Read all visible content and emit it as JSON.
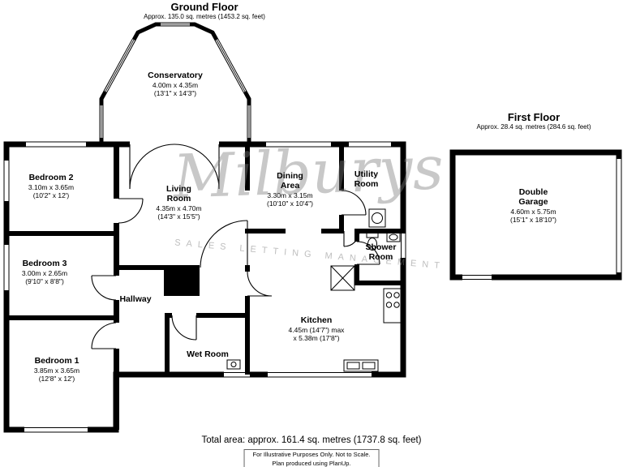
{
  "ground_floor": {
    "title": "Ground Floor",
    "area": "Approx. 135.0 sq. metres (1453.2 sq. feet)"
  },
  "first_floor": {
    "title": "First Floor",
    "area": "Approx. 28.4 sq. metres (284.6 sq. feet)"
  },
  "rooms": {
    "conservatory": {
      "name": "Conservatory",
      "metric": "4.00m x 4.35m",
      "imperial": "(13'1\" x 14'3\")"
    },
    "living_room": {
      "name": "Living Room",
      "metric": "4.35m x 4.70m",
      "imperial": "(14'3\" x 15'5\")"
    },
    "dining_area": {
      "name": "Dining Area",
      "metric": "3.30m x 3.15m",
      "imperial": "(10'10\" x 10'4\")"
    },
    "utility_room": {
      "name": "Utility Room"
    },
    "shower_room": {
      "name": "Shower Room"
    },
    "hallway": {
      "name": "Hallway"
    },
    "wet_room": {
      "name": "Wet Room"
    },
    "kitchen": {
      "name": "Kitchen",
      "metric": "4.45m (14'7\") max",
      "imperial": "x 5.38m (17'8\")"
    },
    "bedroom_1": {
      "name": "Bedroom 1",
      "metric": "3.85m x 3.65m",
      "imperial": "(12'8\" x 12')"
    },
    "bedroom_2": {
      "name": "Bedroom 2",
      "metric": "3.10m x 3.65m",
      "imperial": "(10'2\" x 12')"
    },
    "bedroom_3": {
      "name": "Bedroom 3",
      "metric": "3.00m x 2.65m",
      "imperial": "(9'10\" x 8'8\")"
    },
    "double_garage": {
      "name": "Double Garage",
      "metric": "4.60m x 5.75m",
      "imperial": "(15'1\" x 18'10\")"
    }
  },
  "watermark": {
    "brand": "Milburys",
    "tagline": "SALES LETTING MANAGEMENT"
  },
  "footer": {
    "total_area": "Total area: approx. 161.4 sq. metres (1737.8 sq. feet)",
    "disclaimer_line1": "For Illustrative Purposes Only. Not to Scale.",
    "disclaimer_line2": "Plan produced using PlanUp."
  },
  "colors": {
    "wall": "#000000",
    "background": "#ffffff",
    "watermark": "#9a9a9a"
  }
}
